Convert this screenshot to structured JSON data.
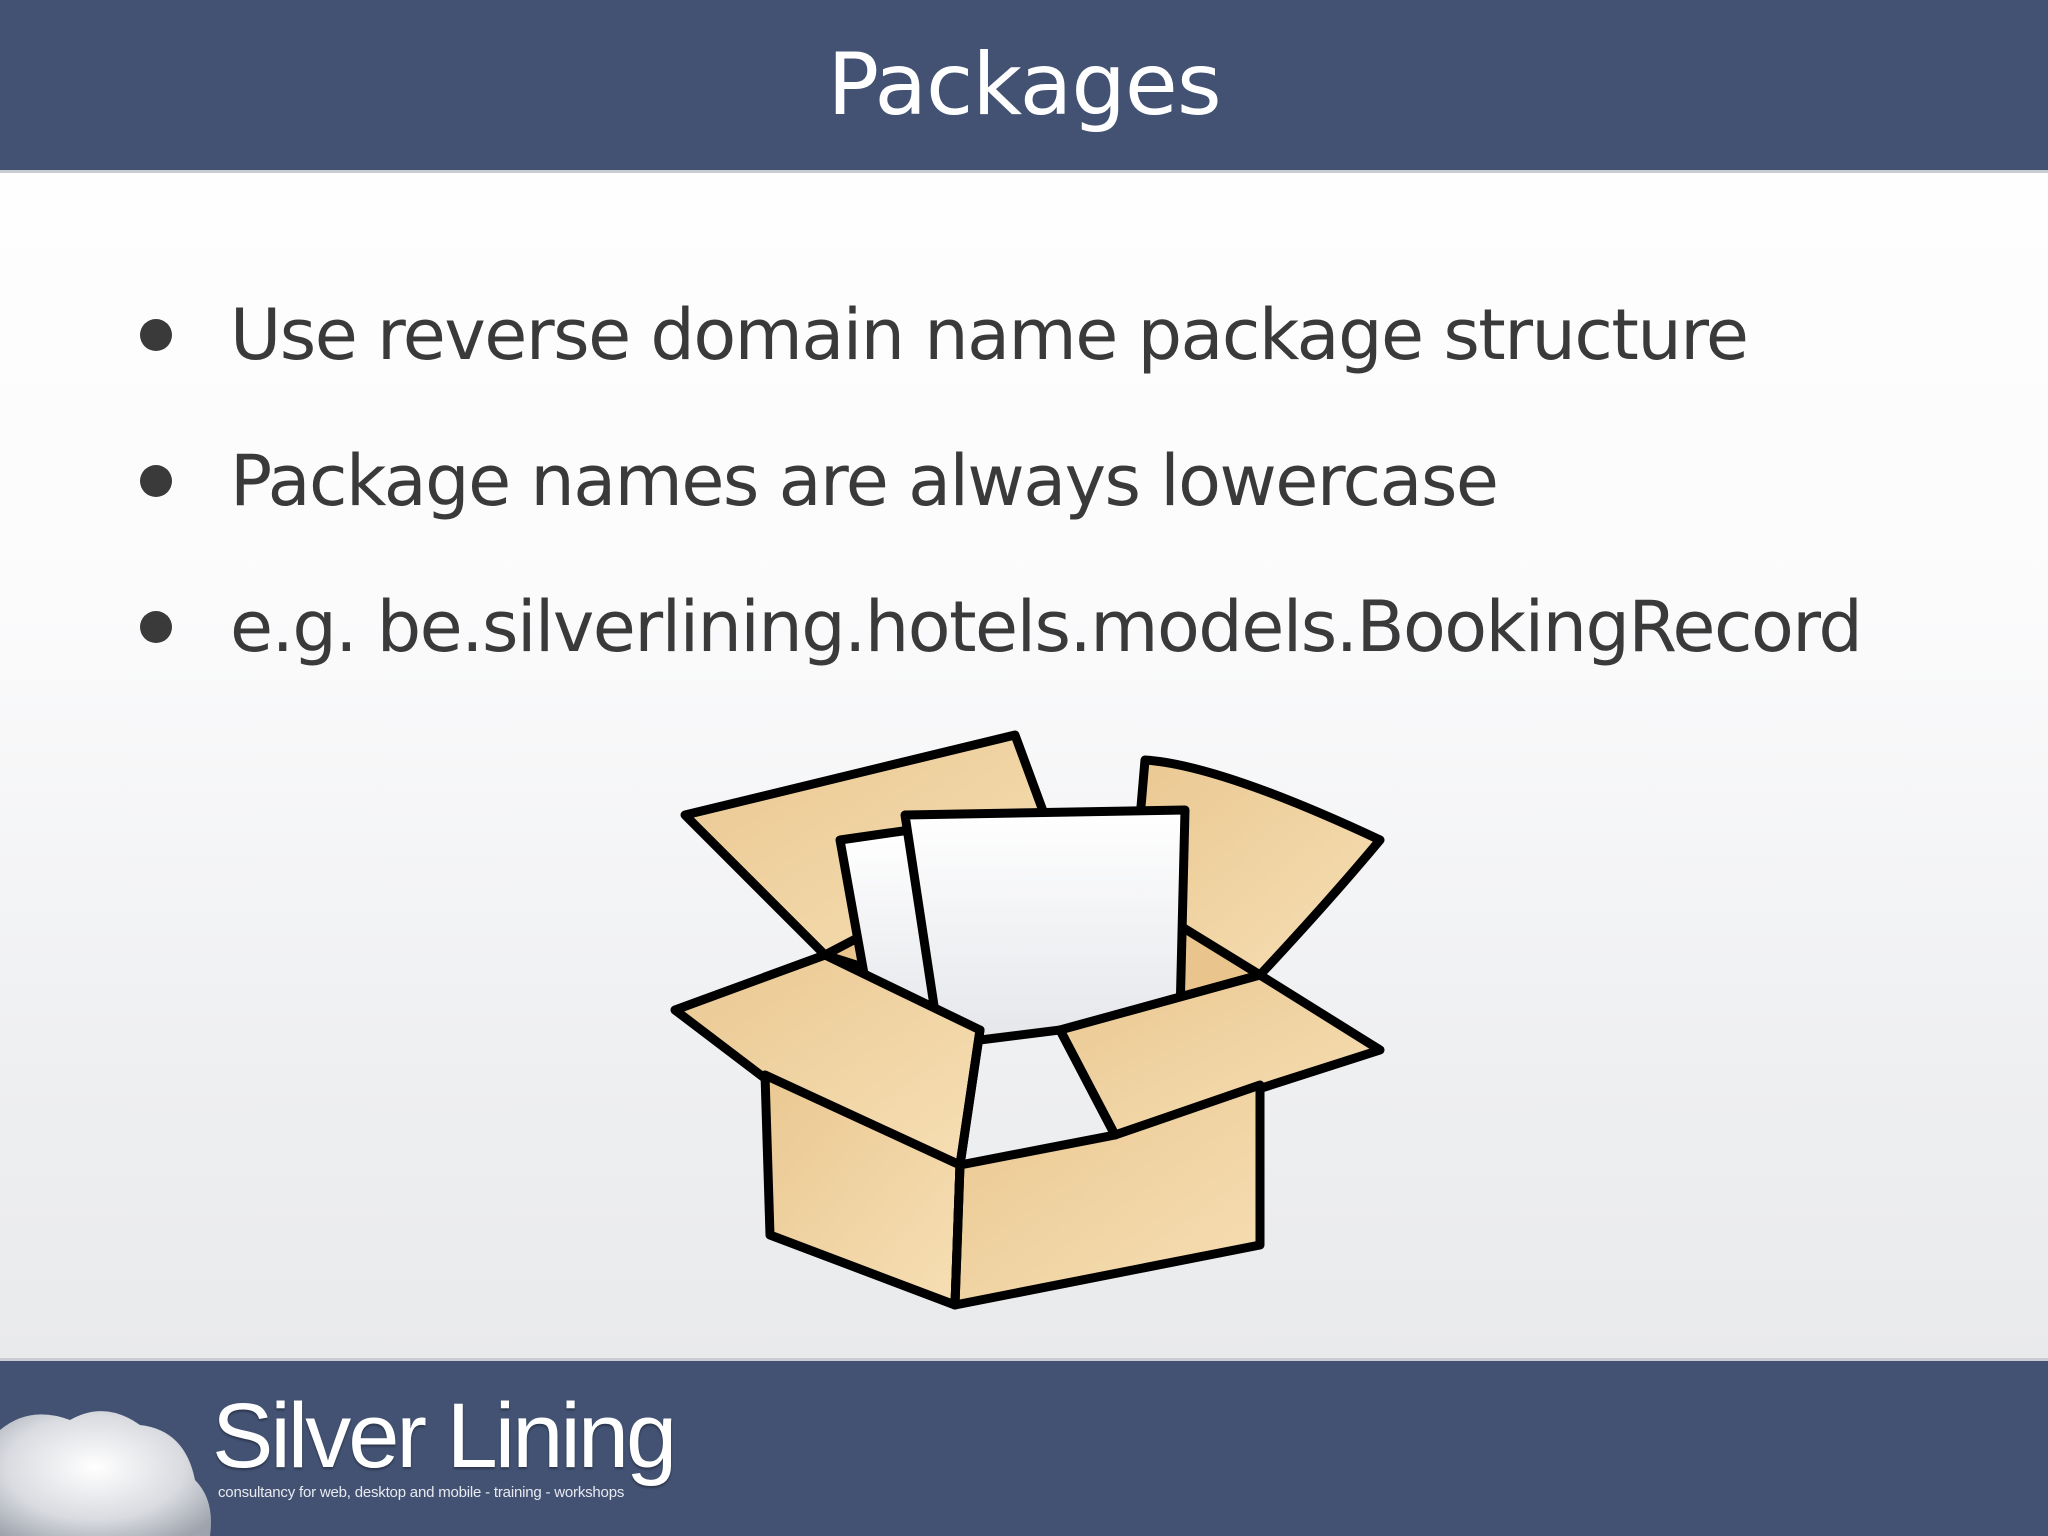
{
  "slide": {
    "title": "Packages",
    "bullets": [
      "Use reverse domain name package structure",
      "Package names are always lowercase",
      "e.g. be.silverlining.hotels.models.BookingRecord"
    ]
  },
  "illustration": {
    "icon": "open-cardboard-box-with-papers",
    "colors": {
      "cardboard": "#f3d5a3",
      "outline": "#000000",
      "paper": "#ffffff"
    }
  },
  "footer": {
    "logo_name": "Silver Lining",
    "logo_tagline": "consultancy for web, desktop and mobile - training - workshops",
    "logo_icon": "cloud"
  },
  "colors": {
    "bar": "#435273",
    "text": "#3a3a3a",
    "title_text": "#ffffff"
  }
}
